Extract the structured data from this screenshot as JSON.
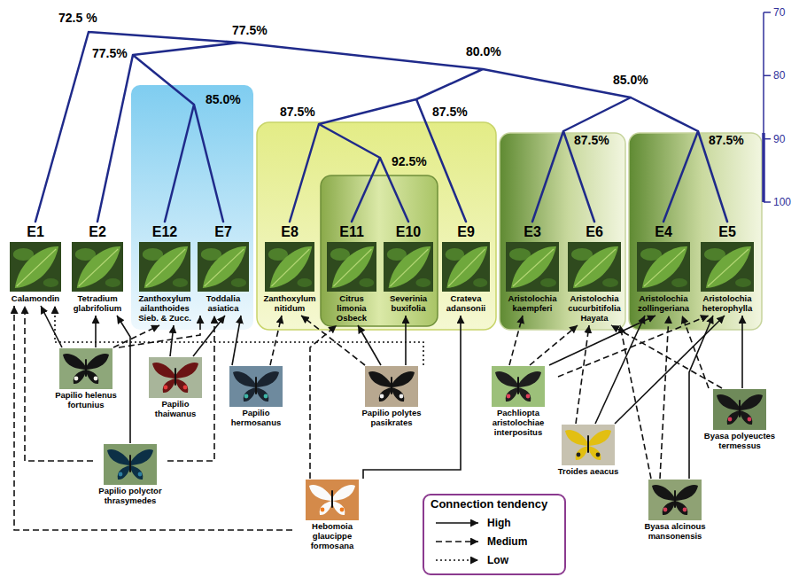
{
  "diagram": {
    "nodes": [
      {
        "text": [
          "E1",
          "Calamondin"
        ]
      },
      {
        "text": [
          "E2",
          "Tetradium glabrifolium"
        ]
      },
      {
        "text": [
          "E12",
          "Zanthoxylum ailanthoides Sieb. & Zucc."
        ]
      },
      {
        "text": [
          "E7",
          "Toddalia asiatica"
        ]
      },
      {
        "text": [
          "E8",
          "Zanthoxylum nitidum"
        ]
      },
      {
        "text": [
          "E11",
          "Citrus limonia Osbeck"
        ]
      },
      {
        "text": [
          "E10",
          "Severinia buxifolia"
        ]
      },
      {
        "text": [
          "E9",
          "Crateva adansonii"
        ]
      },
      {
        "text": [
          "E3",
          "Aristolochia kaempferi"
        ]
      },
      {
        "text": [
          "E6",
          "Aristolochia cucurbitifolia Hayata"
        ]
      },
      {
        "text": [
          "E4",
          "Aristolochia zollingeriana"
        ]
      },
      {
        "text": [
          "E5",
          "Aristolochia heterophylla"
        ]
      },
      {
        "text": [
          "Papilio helenus fortunius"
        ]
      },
      {
        "text": [
          "Papilio thaiwanus"
        ]
      },
      {
        "text": [
          "Papilio hermosanus"
        ]
      },
      {
        "text": [
          "Papilio polytes pasikrates"
        ]
      },
      {
        "text": [
          "Pachliopta aristolochiae interpositus"
        ]
      },
      {
        "text": [
          "Byasa polyeuctes termessus"
        ]
      },
      {
        "text": [
          "Troides aeacus"
        ]
      },
      {
        "text": [
          "Papilio polyctor thrasymedes"
        ]
      },
      {
        "text": [
          "Hebomoia glaucippe formosana"
        ]
      },
      {
        "text": [
          "Byasa alcinous mansonensis"
        ]
      }
    ],
    "edges": [
      {
        "from": 12,
        "to": 0,
        "arrow": "to"
      },
      {
        "from": 12,
        "to": 1,
        "arrow": "to"
      },
      {
        "from": 12,
        "to": 2,
        "arrow": "to"
      },
      {
        "from": 12,
        "to": 3,
        "arrow": "to"
      },
      {
        "from": 13,
        "to": 2,
        "arrow": "to"
      },
      {
        "from": 13,
        "to": 3,
        "arrow": "to"
      },
      {
        "from": 14,
        "to": 3,
        "arrow": "to"
      },
      {
        "from": 14,
        "to": 4,
        "arrow": "to"
      },
      {
        "from": 15,
        "to": 4,
        "arrow": "to"
      },
      {
        "from": 15,
        "to": 5,
        "arrow": "to"
      },
      {
        "from": 15,
        "to": 6,
        "arrow": "to"
      },
      {
        "from": 15,
        "to": 0,
        "arrow": "to"
      },
      {
        "from": 19,
        "to": 1,
        "arrow": "to"
      },
      {
        "from": 19,
        "to": 3,
        "arrow": "to"
      },
      {
        "from": 19,
        "to": 0,
        "arrow": "to"
      },
      {
        "from": 20,
        "to": 7,
        "arrow": "to"
      },
      {
        "from": 20,
        "to": 5,
        "arrow": "to"
      },
      {
        "from": 20,
        "to": 0,
        "arrow": "to"
      },
      {
        "from": 16,
        "to": 8,
        "arrow": "to"
      },
      {
        "from": 16,
        "to": 9,
        "arrow": "to"
      },
      {
        "from": 16,
        "to": 10,
        "arrow": "to"
      },
      {
        "from": 16,
        "to": 11,
        "arrow": "to"
      },
      {
        "from": 18,
        "to": 9,
        "arrow": "to"
      },
      {
        "from": 18,
        "to": 10,
        "arrow": "to"
      },
      {
        "from": 18,
        "to": 11,
        "arrow": "to"
      },
      {
        "from": 17,
        "to": 10,
        "arrow": "to"
      },
      {
        "from": 17,
        "to": 11,
        "arrow": "to"
      },
      {
        "from": 17,
        "to": 9,
        "arrow": "to"
      },
      {
        "from": 21,
        "to": 10,
        "arrow": "to"
      },
      {
        "from": 21,
        "to": 11,
        "arrow": "to"
      },
      {
        "from": 21,
        "to": 9,
        "arrow": "to"
      }
    ],
    "labels": [
      "72.5 %",
      "77.5%",
      "77.5%",
      "85.0%",
      "80.0%",
      "87.5%",
      "87.5%",
      "85.0%",
      "92.5%",
      "87.5%",
      "87.5%",
      "70",
      "80",
      "90",
      "100",
      "Connection tendency"
    ],
    "legend": [
      {
        "text": "High"
      },
      {
        "text": "Medium"
      },
      {
        "text": "Low"
      }
    ]
  }
}
